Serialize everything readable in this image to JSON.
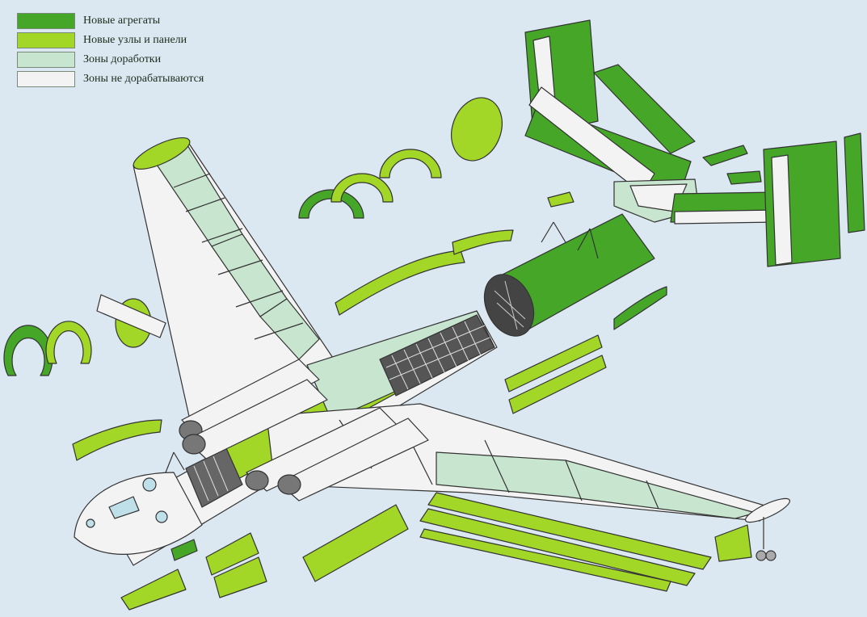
{
  "legend": {
    "items": [
      {
        "label": "Новые агрегаты",
        "color": "#45a628"
      },
      {
        "label": "Новые узлы и панели",
        "color": "#a2d627"
      },
      {
        "label": "Зоны доработки",
        "color": "#c8e6cf"
      },
      {
        "label": "Зоны не дорабатываются",
        "color": "#f3f3f3"
      }
    ]
  },
  "colors": {
    "background": "#dce8f1",
    "new_units": "#45a628",
    "new_panels": "#a2d627",
    "modified": "#c8e6cf",
    "unmodified": "#f3f3f3",
    "outline": "#333333"
  }
}
